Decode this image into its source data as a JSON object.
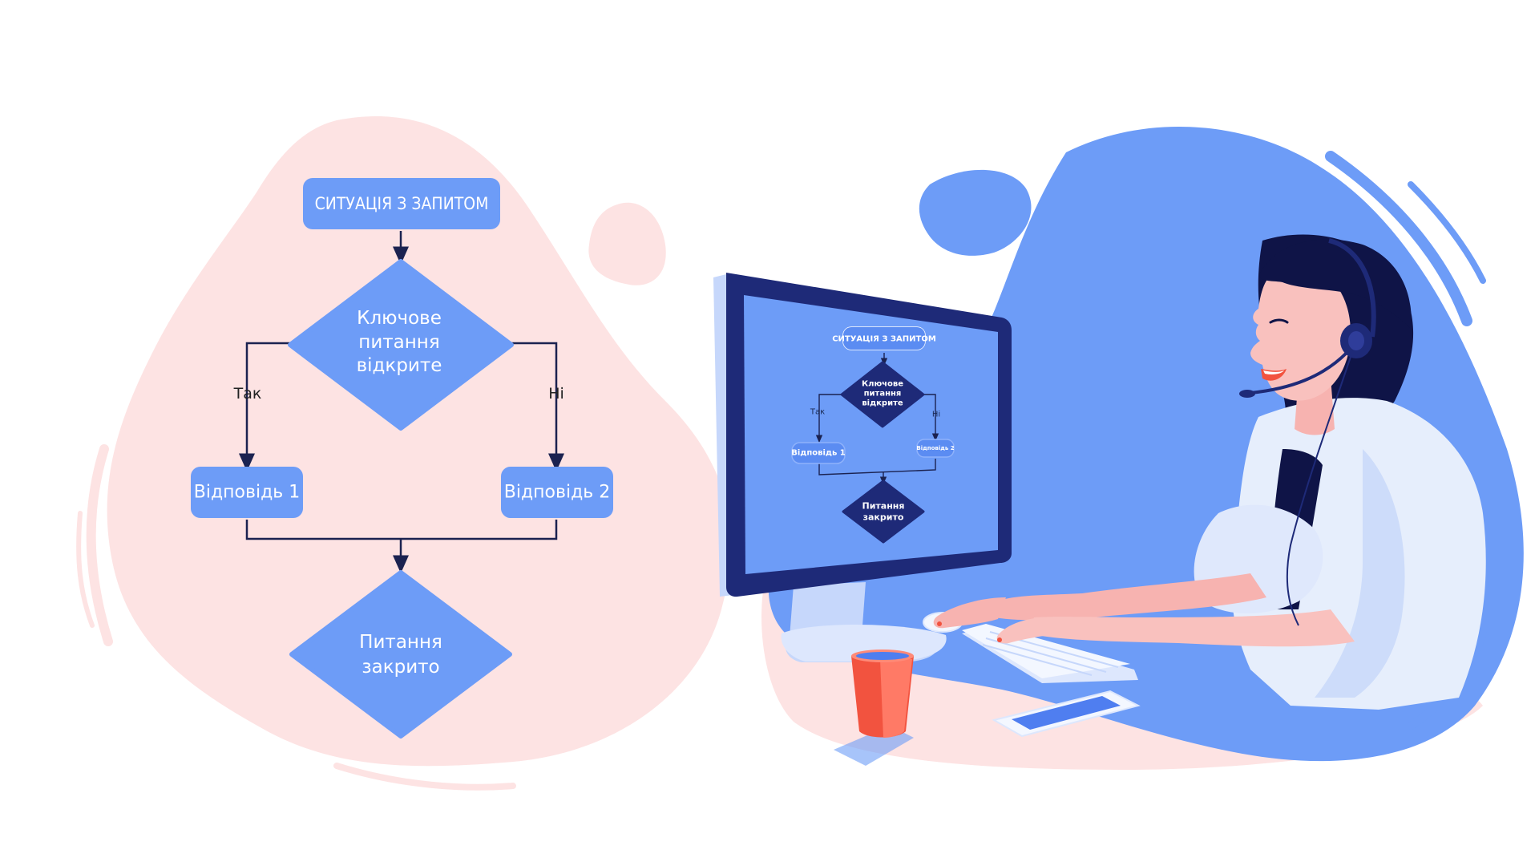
{
  "flowchart": {
    "start": "СИТУАЦІЯ З ЗАПИТОМ",
    "decision": [
      "Ключове",
      "питання",
      "відкрите"
    ],
    "branch_yes": "Так",
    "branch_no": "Ні",
    "answer_1": "Відповідь 1",
    "answer_2": "Відповідь 2",
    "end": [
      "Питання",
      "закрито"
    ]
  },
  "monitor_screen": {
    "start": "СИТУАЦІЯ З ЗАПИТОМ",
    "decision": [
      "Ключове",
      "питання",
      "відкрите"
    ],
    "branch_yes": "Так",
    "branch_no": "Ні",
    "answer_1": "Відповідь 1",
    "answer_2": "Відповідь 2",
    "end": [
      "Питання",
      "закрито"
    ]
  },
  "colors": {
    "node_fill": "#6d9cf7",
    "screen_node_fill": "#1e2a78",
    "blob_pink": "#fde3e3",
    "blob_blue": "#6d9cf7",
    "monitor_frame": "#1e2a78",
    "connector": "#1b2250",
    "cup": "#f2533f"
  }
}
